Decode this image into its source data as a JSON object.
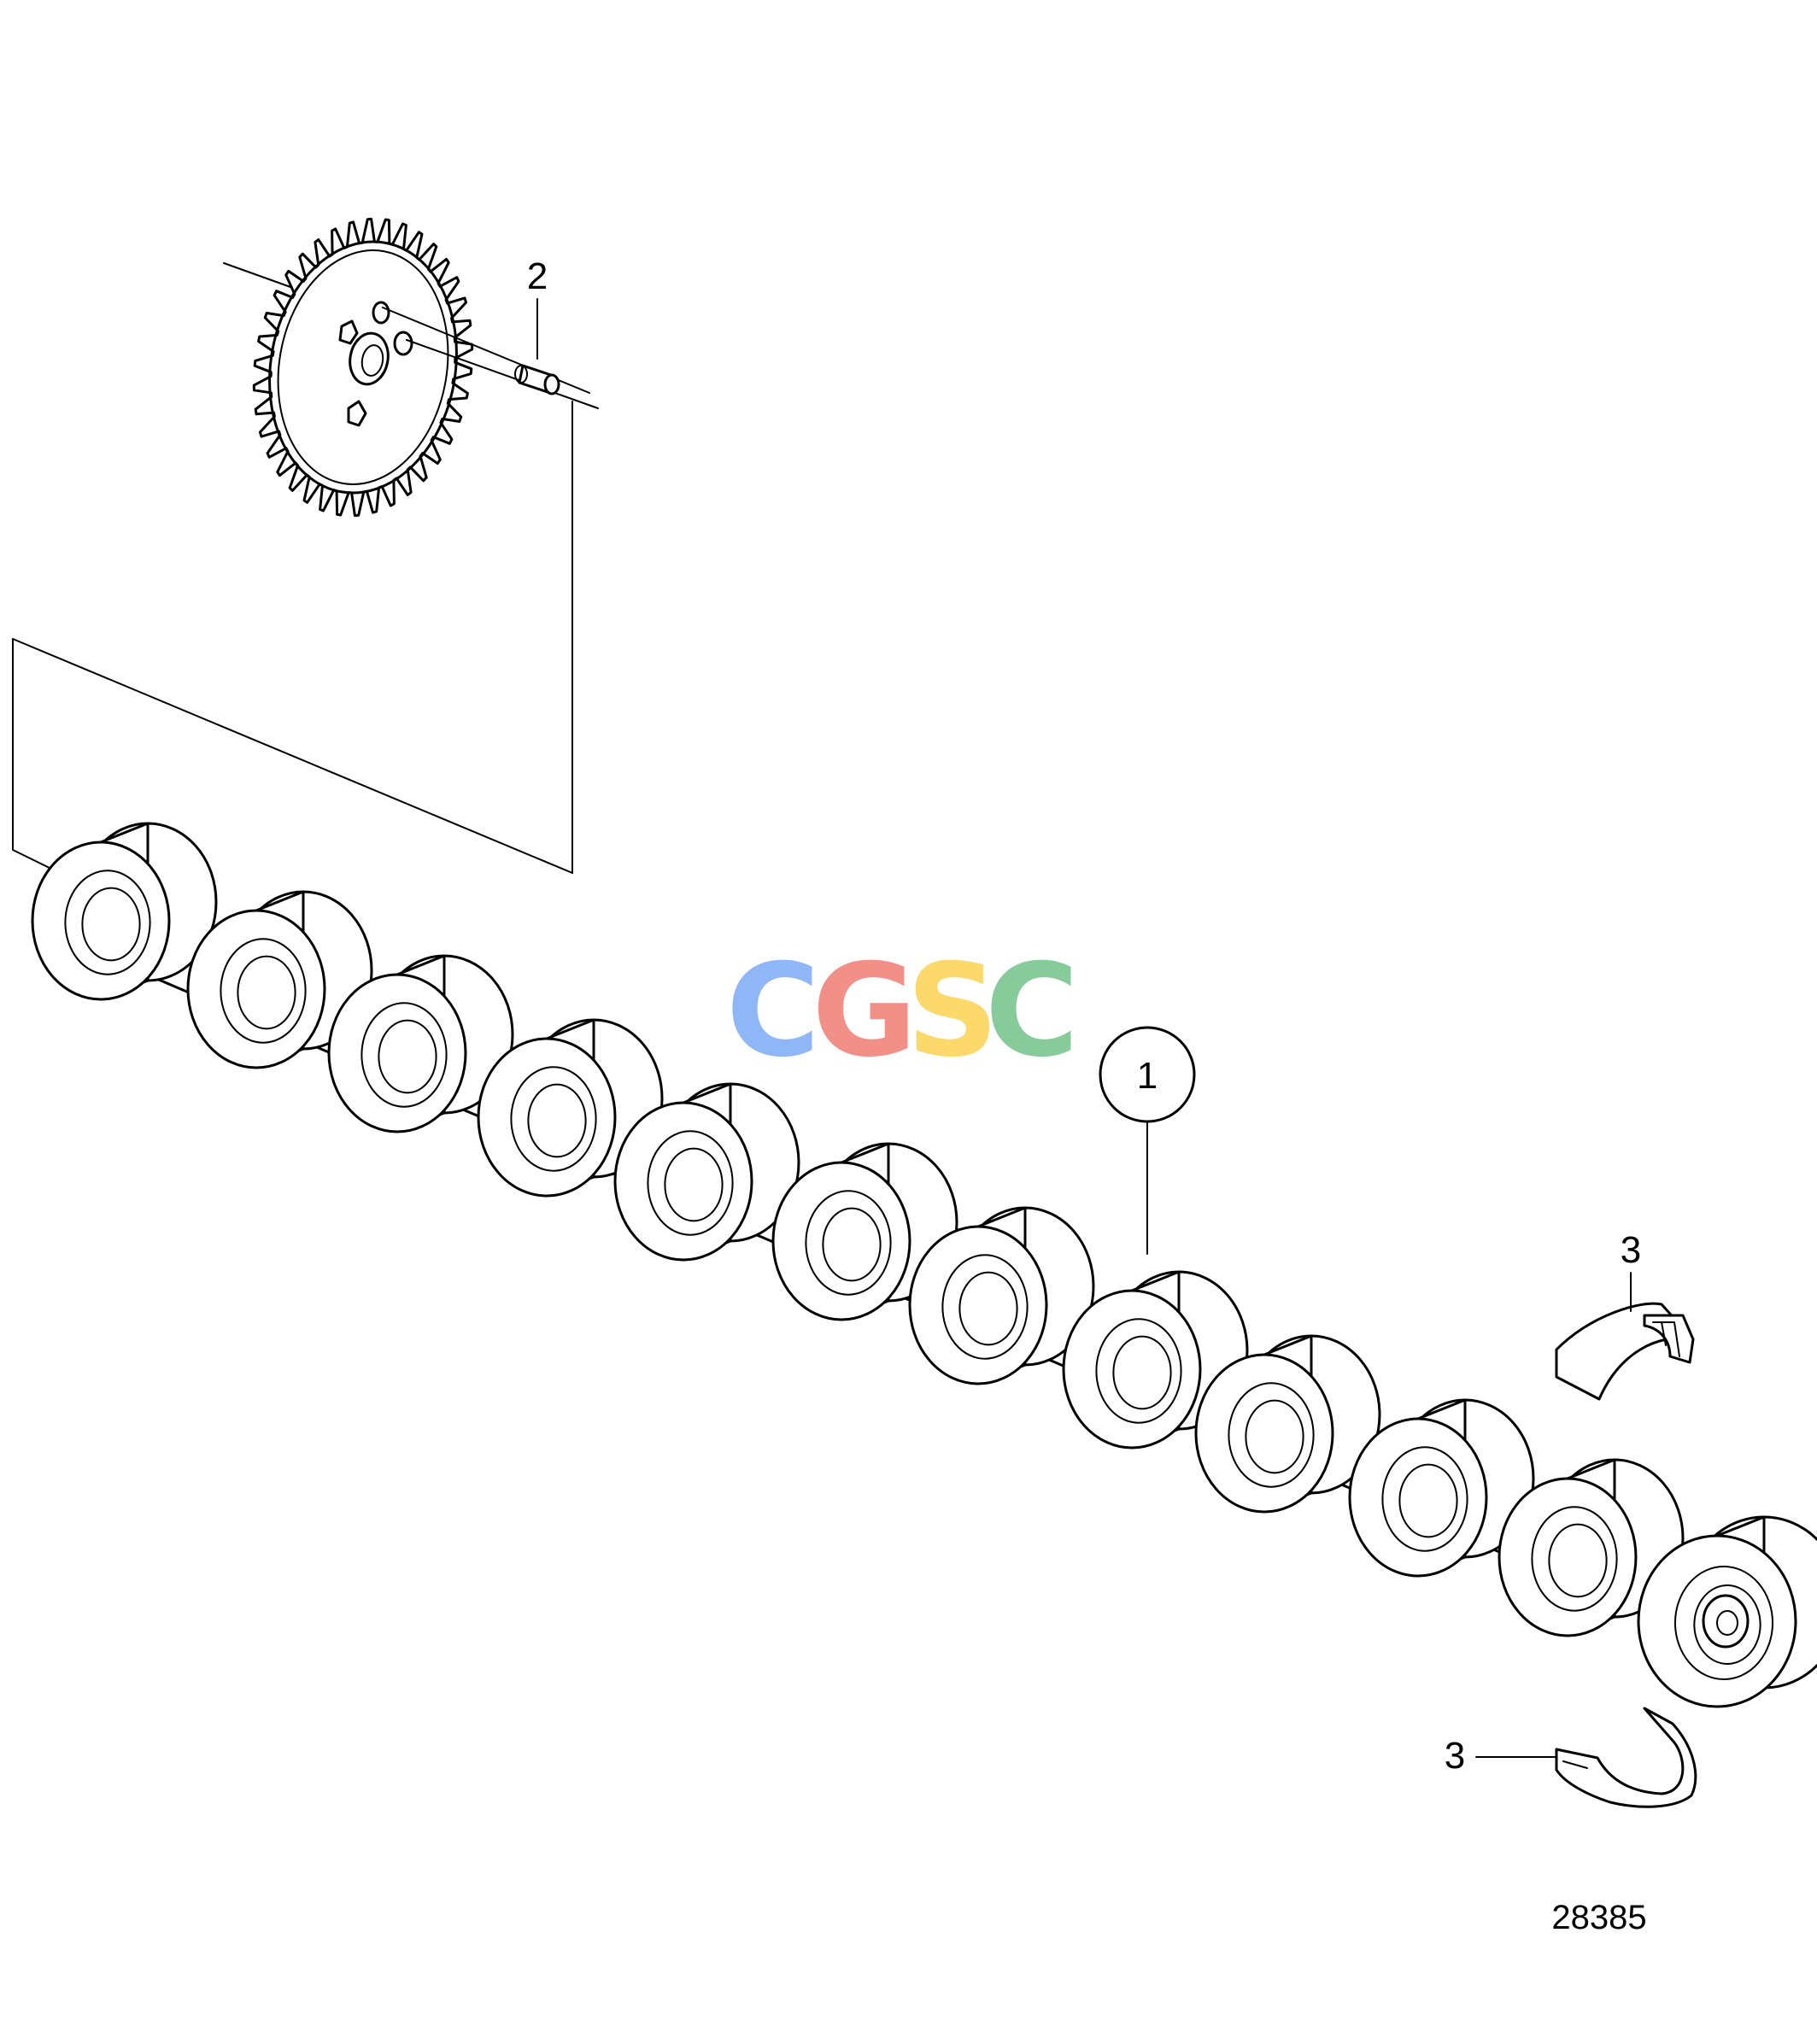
{
  "diagram": {
    "parts": [
      {
        "ref": "1",
        "name": "camshaft"
      },
      {
        "ref": "2",
        "name": "pin"
      },
      {
        "ref": "3",
        "name": "bearing-shell"
      }
    ],
    "callout_labels": {
      "camshaft": "1",
      "pin": "2",
      "bearing_upper": "3",
      "bearing_lower": "3"
    },
    "figure_number": "28385",
    "watermark": {
      "letters": [
        "C",
        "G",
        "S",
        "C"
      ],
      "colors": [
        "#8ab4f8",
        "#f28b82",
        "#fdd663",
        "#81c995"
      ]
    }
  }
}
